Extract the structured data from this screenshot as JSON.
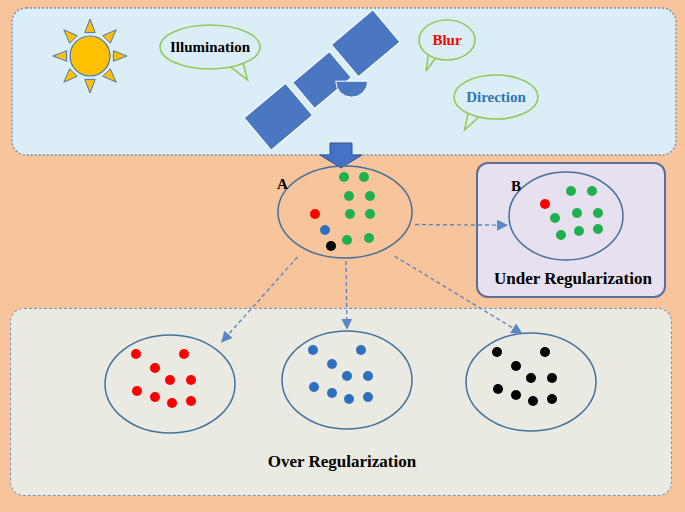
{
  "diagram": {
    "nodes": [
      {
        "text": [
          "Illumination"
        ]
      },
      {
        "text": [
          "Blur"
        ]
      },
      {
        "text": [
          "Direction"
        ]
      },
      {
        "text": [
          "A"
        ]
      },
      {
        "text": [
          "Under Regularization"
        ]
      },
      {
        "text": [
          "B"
        ],
        "in": 4
      },
      {
        "text": [
          "Over Regularization"
        ]
      }
    ],
    "edges": [
      {
        "from": 3,
        "to": 5,
        "arrow": "to"
      },
      {
        "from": 3,
        "to": 6,
        "arrow": "to"
      },
      {
        "from": 3,
        "to": 6,
        "arrow": "to"
      },
      {
        "from": 3,
        "to": 6,
        "arrow": "to"
      }
    ]
  }
}
